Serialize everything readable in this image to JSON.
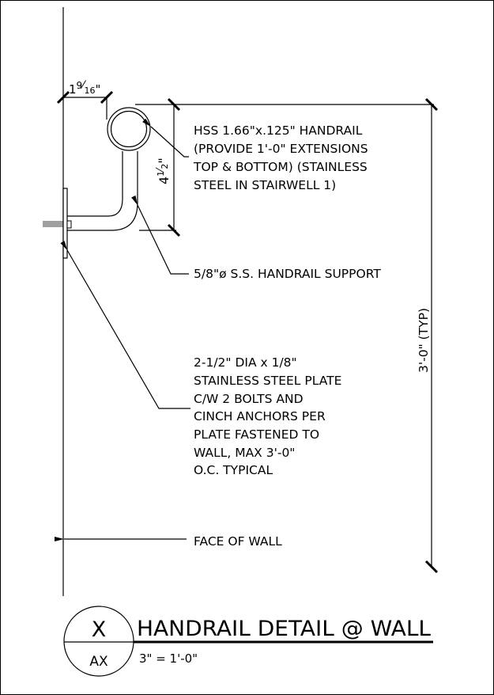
{
  "dimensions": {
    "offset_whole": "1",
    "offset_fraction_num": "9",
    "offset_fraction_den": "16",
    "offset_inch": "\"",
    "height_whole": "4",
    "height_fraction_num": "1",
    "height_fraction_den": "2",
    "height_inch": "\"",
    "rail_height": "3'-0\" (TYP)"
  },
  "notes": {
    "handrail": [
      "HSS 1.66\"x.125\" HANDRAIL",
      "(PROVIDE 1'-0\" EXTENSIONS",
      "TOP & BOTTOM) (STAINLESS",
      "STEEL IN STAIRWELL 1)"
    ],
    "support": "5/8\"ø S.S. HANDRAIL SUPPORT",
    "plate": [
      "2-1/2\" DIA x 1/8\"",
      "STAINLESS STEEL PLATE",
      "C/W 2 BOLTS AND",
      "CINCH ANCHORS PER",
      "PLATE FASTENED TO",
      "WALL, MAX 3'-0\"",
      "O.C. TYPICAL"
    ],
    "wall": "FACE OF WALL"
  },
  "title_block": {
    "detail_id": "X",
    "sheet_ref": "AX",
    "title": "HANDRAIL DETAIL @ WALL",
    "scale": "3\" = 1'-0\""
  }
}
